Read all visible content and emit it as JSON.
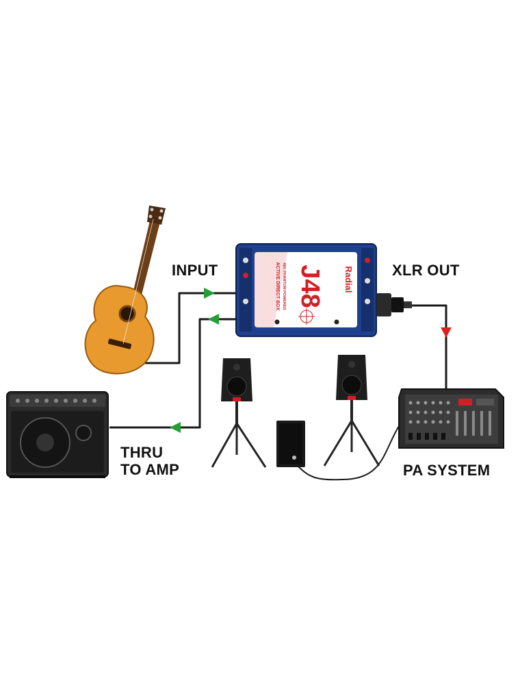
{
  "labels": {
    "input": "INPUT",
    "xlr_out": "XLR OUT",
    "thru_line1": "THRU",
    "thru_line2": "TO AMP",
    "pa_system": "PA SYSTEM"
  },
  "device": {
    "brand": "Radial",
    "model": "J48",
    "subtitle": "ACTIVE DIRECT BOX",
    "phantom": "48V PHANTOM POWERED"
  },
  "colors": {
    "cable": "#1a1a1a",
    "signal_arrow": "#22a035",
    "output_arrow": "#e02020",
    "device_body": "#1f3f8f",
    "device_accent": "#d01f25"
  },
  "icons": {
    "guitar": "acoustic-guitar-icon",
    "di_box": "direct-box-icon",
    "amp": "guitar-amp-icon",
    "speaker": "pa-speaker-icon",
    "subwoofer": "subwoofer-icon",
    "mixer": "powered-mixer-icon"
  }
}
